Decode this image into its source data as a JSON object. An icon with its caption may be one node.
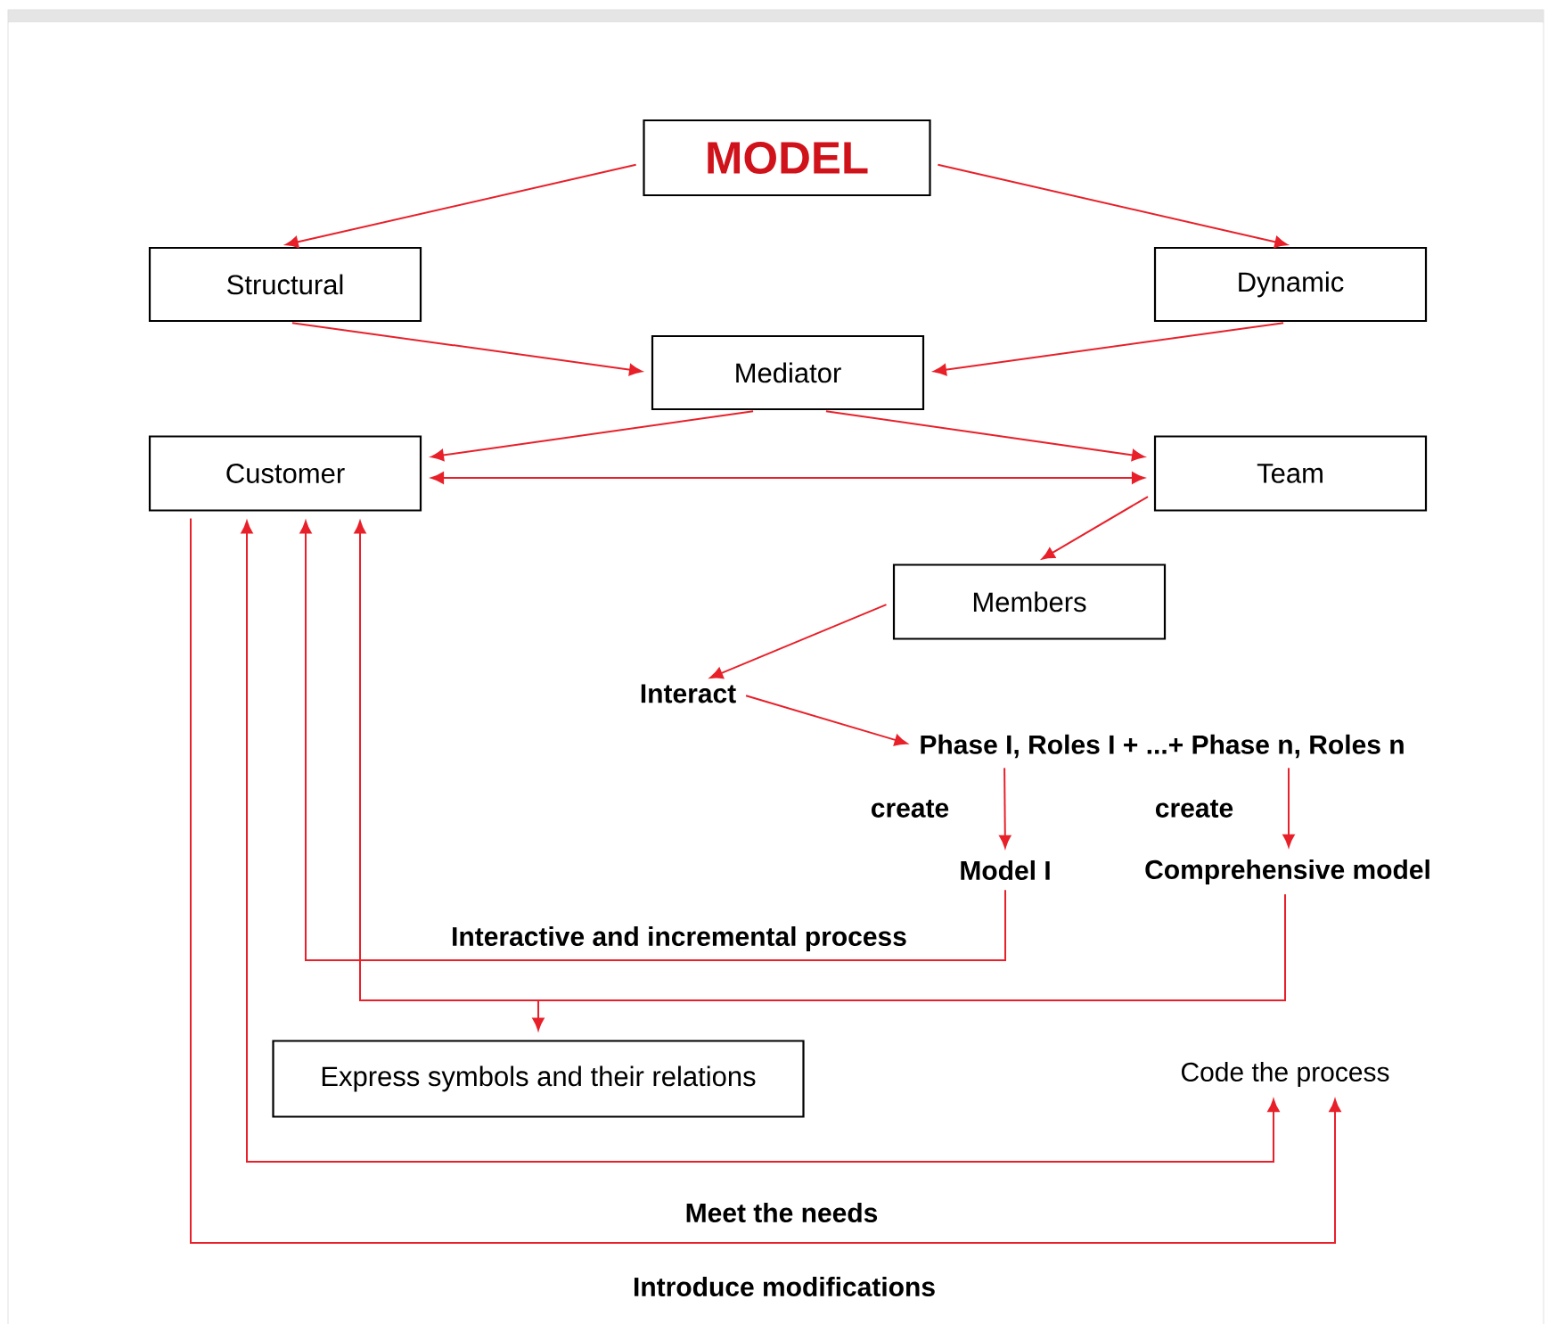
{
  "diagram": {
    "nodes": [
      {
        "text": [
          "MODEL"
        ]
      },
      {
        "text": [
          "Structural"
        ]
      },
      {
        "text": [
          "Dynamic"
        ]
      },
      {
        "text": [
          "Mediator"
        ]
      },
      {
        "text": [
          "Customer"
        ]
      },
      {
        "text": [
          "Team"
        ]
      },
      {
        "text": [
          "Members"
        ]
      },
      {
        "text": [
          "Interact"
        ]
      },
      {
        "text": [
          "Phase I, Roles I + ...+ Phase n, Roles n"
        ]
      },
      {
        "text": [
          "Model I"
        ]
      },
      {
        "text": [
          "Comprehensive model"
        ]
      },
      {
        "text": [
          "Express symbols and their relations"
        ]
      },
      {
        "text": [
          "Code the process"
        ]
      }
    ],
    "edges": [
      {
        "from": 0,
        "to": 1,
        "arrow": "to"
      },
      {
        "from": 0,
        "to": 2,
        "arrow": "to"
      },
      {
        "from": 1,
        "to": 3,
        "arrow": "to"
      },
      {
        "from": 2,
        "to": 3,
        "arrow": "to"
      },
      {
        "from": 3,
        "to": 4,
        "arrow": "to"
      },
      {
        "from": 3,
        "to": 5,
        "arrow": "to"
      },
      {
        "from": 4,
        "to": 5,
        "arrow": "both"
      },
      {
        "from": 5,
        "to": 6,
        "arrow": "to"
      },
      {
        "from": 6,
        "to": 7,
        "arrow": "to"
      },
      {
        "from": 7,
        "to": 8,
        "arrow": "to"
      },
      {
        "from": 8,
        "to": 9,
        "arrow": "to",
        "label": "create"
      },
      {
        "from": 8,
        "to": 10,
        "arrow": "to",
        "label": "create"
      },
      {
        "from": 9,
        "to": 4,
        "arrow": "to",
        "label": "Interactive and incremental process"
      },
      {
        "from": 10,
        "to": 4,
        "arrow": "to"
      },
      {
        "from": 10,
        "to": 11,
        "arrow": "to"
      },
      {
        "from": 4,
        "to": 12,
        "arrow": "both",
        "label": "Meet the needs"
      },
      {
        "from": 4,
        "to": 12,
        "arrow": "to",
        "label": "Introduce modifications"
      }
    ]
  }
}
